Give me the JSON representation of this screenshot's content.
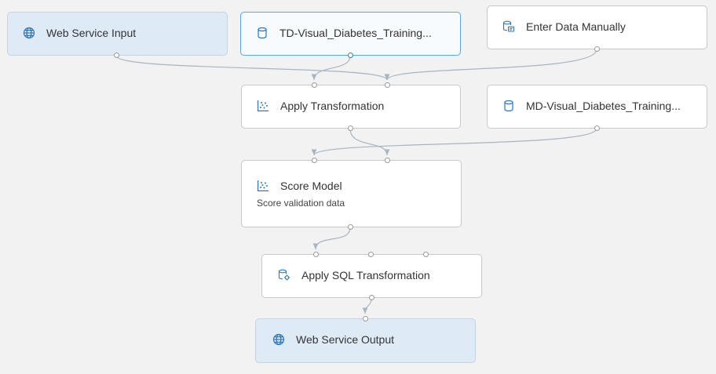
{
  "canvas": {
    "modules": [
      {
        "key": "web_service_input",
        "label": "Web Service Input",
        "icon": "globe-icon"
      },
      {
        "key": "td_dataset",
        "label": "TD-Visual_Diabetes_Training...",
        "icon": "database-icon"
      },
      {
        "key": "enter_data_manually",
        "label": "Enter Data Manually",
        "icon": "data-entry-icon"
      },
      {
        "key": "apply_transformation",
        "label": "Apply Transformation",
        "icon": "scatter-icon"
      },
      {
        "key": "md_dataset",
        "label": "MD-Visual_Diabetes_Training...",
        "icon": "database-icon"
      },
      {
        "key": "score_model",
        "label": "Score Model",
        "icon": "scatter-icon",
        "comment": "Score validation data"
      },
      {
        "key": "apply_sql_transformation",
        "label": "Apply SQL Transformation",
        "icon": "database-gear-icon"
      },
      {
        "key": "web_service_output",
        "label": "Web Service Output",
        "icon": "globe-icon"
      }
    ]
  },
  "colors": {
    "canvas_background": "#f2f2f2",
    "node_background": "#ffffff",
    "web_service_background": "#deebf7",
    "selected_border": "#5aa9e0",
    "icon_accent": "#2e75b6",
    "connector": "#a8b4c2"
  }
}
